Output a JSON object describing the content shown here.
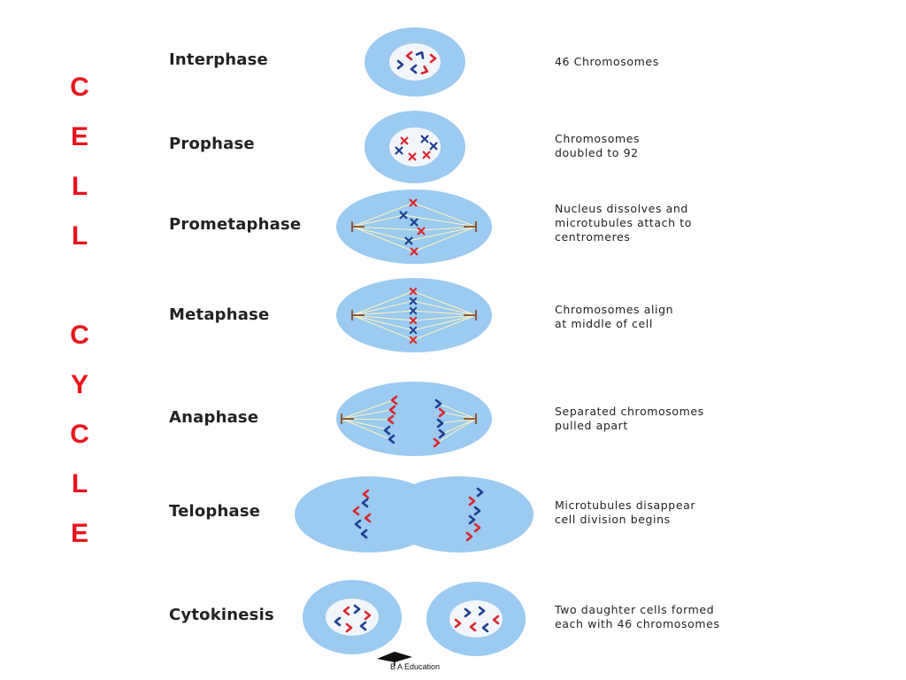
{
  "title": {
    "letters": [
      "C",
      "E",
      "L",
      "L",
      "C",
      "Y",
      "C",
      "L",
      "E"
    ]
  },
  "colors": {
    "title": "#e8141c",
    "cell_fill": "#9ccaf0",
    "nucleus_fill": "#f2f6fa",
    "chromosome_red": "#d9262e",
    "chromosome_blue": "#1f3f8f",
    "spindle": "#fff5c0",
    "centrosome": "#8a5a3a"
  },
  "phases": [
    {
      "name": "Interphase",
      "description": "46 Chromosomes"
    },
    {
      "name": "Prophase",
      "description": "Chromosomes\ndoubled to 92"
    },
    {
      "name": "Prometaphase",
      "description": "Nucleus dissolves and\nmicrotubules attach to\ncentromeres"
    },
    {
      "name": "Metaphase",
      "description": "Chromosomes align\nat middle of cell"
    },
    {
      "name": "Anaphase",
      "description": "Separated chromosomes\npulled apart"
    },
    {
      "name": "Telophase",
      "description": "Microtubules disappear\ncell division begins"
    },
    {
      "name": "Cytokinesis",
      "description": "Two daughter cells formed\neach with 46 chromosomes"
    }
  ],
  "credit": "B A Education"
}
